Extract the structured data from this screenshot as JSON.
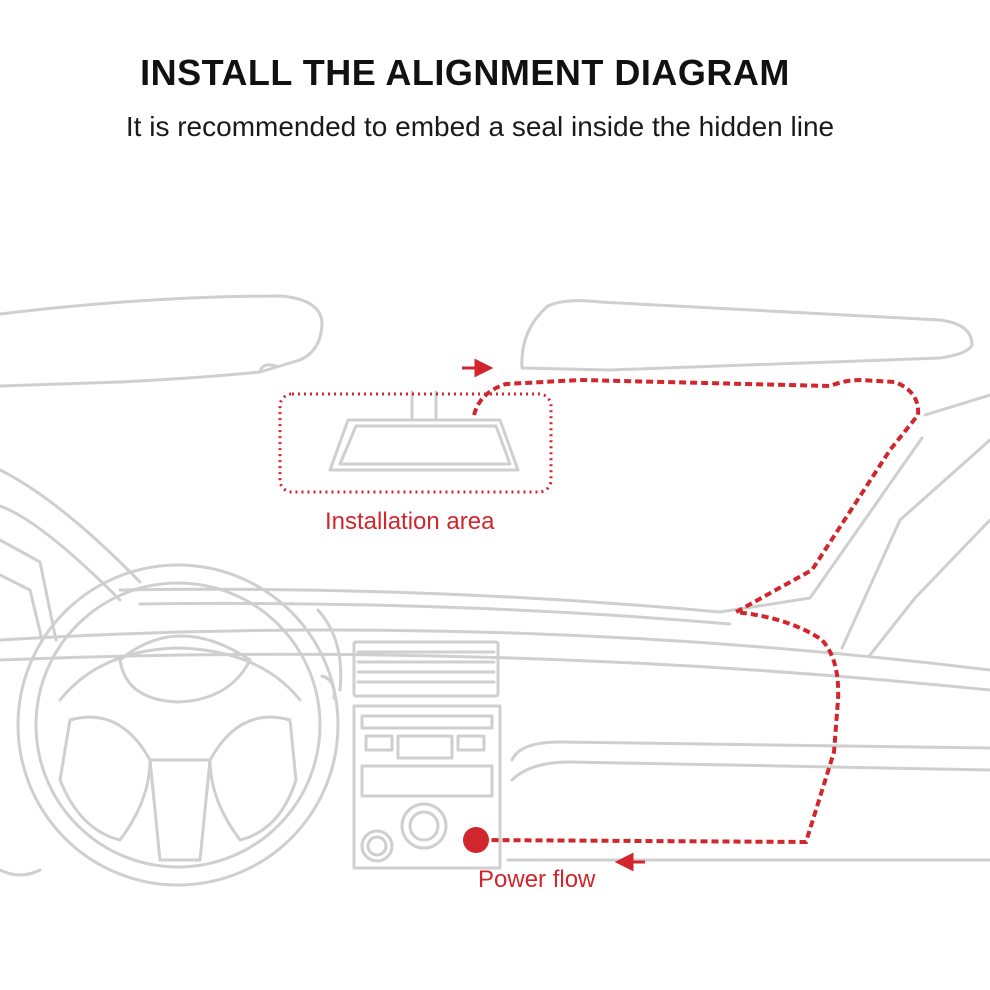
{
  "header": {
    "title": "INSTALL THE ALIGNMENT DIAGRAM",
    "subtitle": "It is recommended to embed a seal inside the hidden line"
  },
  "labels": {
    "installation_area": "Installation area",
    "power_flow": "Power flow"
  },
  "colors": {
    "line_art": "#cfcfcf",
    "route": "#d0262c",
    "title": "#111111"
  }
}
